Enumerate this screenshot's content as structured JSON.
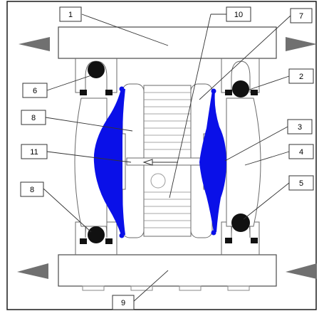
{
  "diagram": {
    "callouts": [
      "1",
      "10",
      "7",
      "6",
      "2",
      "8",
      "3",
      "11",
      "4",
      "5",
      "8",
      "9"
    ],
    "colors": {
      "diaphragm": "#0a10e8",
      "ball": "#111111",
      "arrow": "#707070",
      "stroke": "#4a4a4a",
      "frame": "#1a1a1a"
    }
  }
}
